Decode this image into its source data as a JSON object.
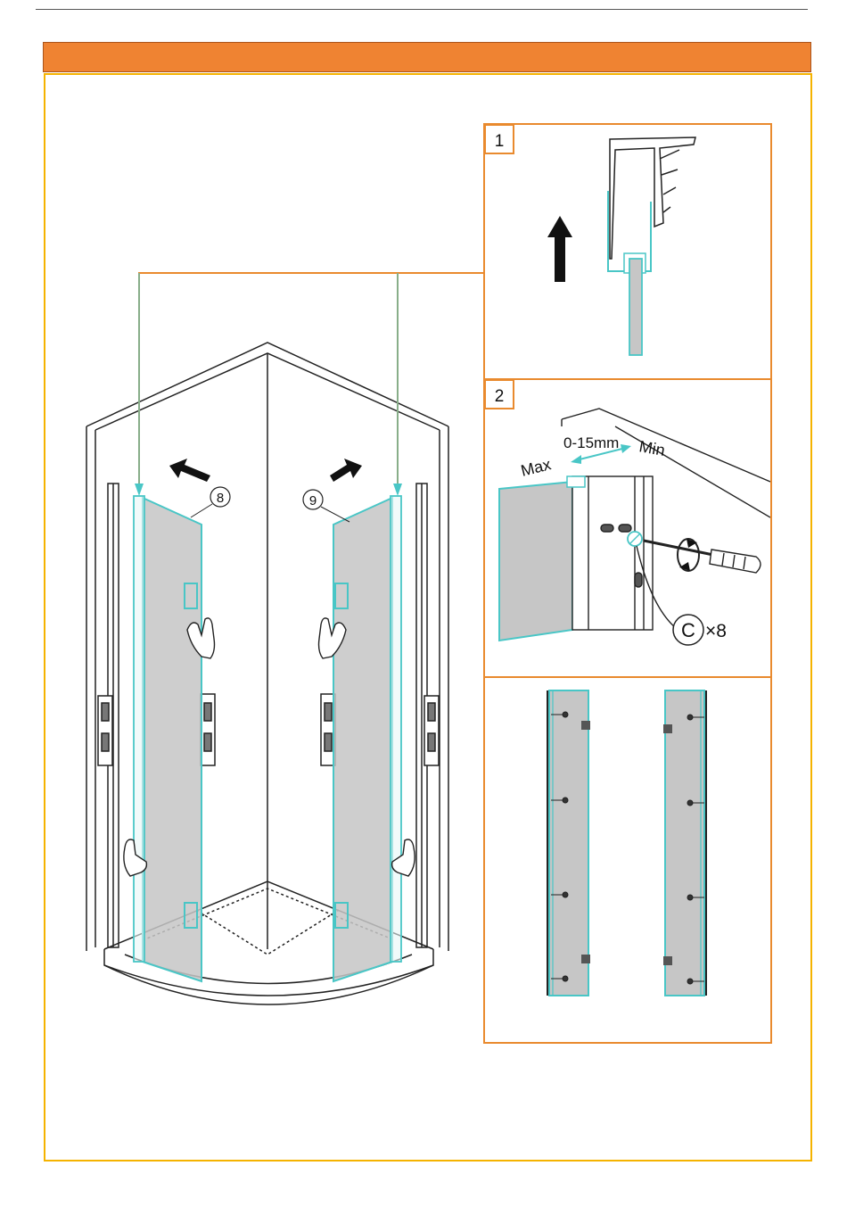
{
  "colors": {
    "accent_orange": "#ef8332",
    "frame_orange": "#e98a2e",
    "frame_yellow": "#f5b300",
    "glass_cyan": "#49c6c6",
    "glass_fill": "#c6c6c6",
    "line_dark": "#222222"
  },
  "main_view": {
    "panel_left_label": "8",
    "panel_right_label": "9"
  },
  "detail_1": {
    "step_number": "1"
  },
  "detail_2": {
    "step_number": "2",
    "range_label": "0-15mm",
    "max_label": "Max",
    "min_label": "Min",
    "fastener_letter": "C",
    "fastener_count": "×8"
  },
  "icons": [
    "arrow-up-icon",
    "arrow-left-icon",
    "arrow-right-icon",
    "hand-icon",
    "screwdriver-icon",
    "rotate-icon"
  ]
}
